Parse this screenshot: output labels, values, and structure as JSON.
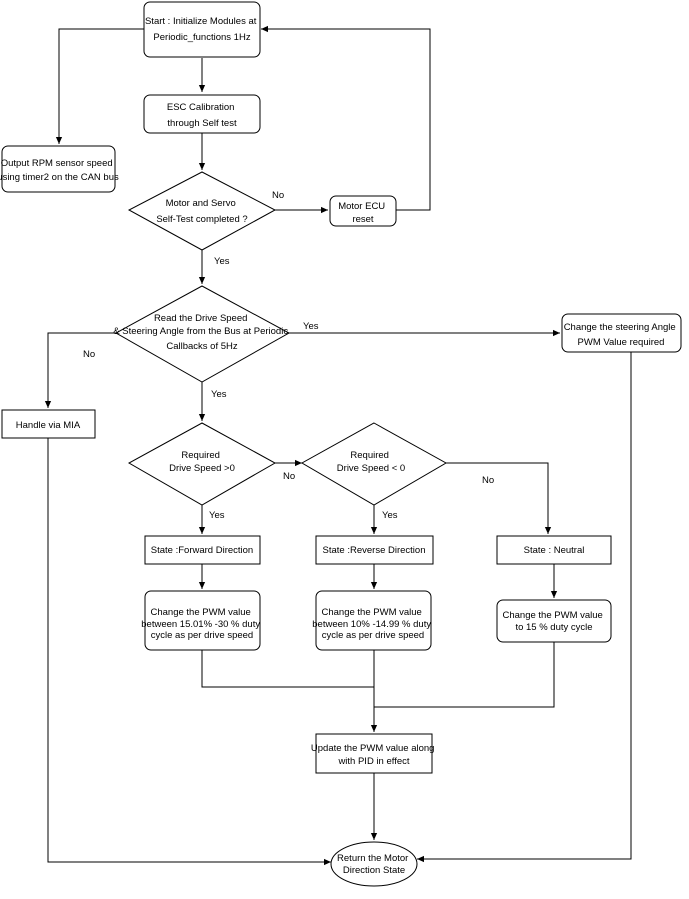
{
  "nodes": {
    "start": [
      "Start : Initialize Modules at",
      "Periodic_functions 1Hz"
    ],
    "esc": [
      "ESC Calibration",
      "through Self test"
    ],
    "rpm": [
      "Output RPM sensor speed",
      "using timer2 on the CAN bus"
    ],
    "selftest": [
      "Motor and Servo",
      "Self-Test completed ?"
    ],
    "ecu_reset": [
      "Motor ECU",
      "reset"
    ],
    "read_bus": [
      "Read the Drive Speed",
      "& Steering Angle from the Bus at Periodic",
      "Callbacks of 5Hz"
    ],
    "steering": [
      "Change the steering Angle",
      "PWM Value required"
    ],
    "mia": [
      "Handle via MIA"
    ],
    "speed_pos": [
      "Required",
      "Drive Speed >0"
    ],
    "speed_neg": [
      "Required",
      "Drive Speed < 0"
    ],
    "forward": [
      "State :Forward Direction"
    ],
    "reverse": [
      "State :Reverse Direction"
    ],
    "neutral": [
      "State : Neutral"
    ],
    "pwm_fwd": [
      "Change the PWM value",
      "between 15.01% -30 % duty",
      "cycle as per drive speed"
    ],
    "pwm_rev": [
      "Change the PWM value",
      "between 10% -14.99 % duty",
      "cycle as per drive speed"
    ],
    "pwm_neu": [
      "Change the PWM value",
      "to 15 % duty cycle"
    ],
    "update_pwm": [
      "Update the PWM value along",
      "with PID in effect"
    ],
    "return": [
      "Return the Motor",
      "Direction State"
    ]
  },
  "edge_labels": {
    "selftest_no": "No",
    "selftest_yes": "Yes",
    "read_yes_right": "Yes",
    "read_no_left": "No",
    "read_yes_down": "Yes",
    "speed_pos_no": "No",
    "speed_pos_yes": "Yes",
    "speed_neg_yes": "Yes",
    "speed_neg_no": "No"
  }
}
